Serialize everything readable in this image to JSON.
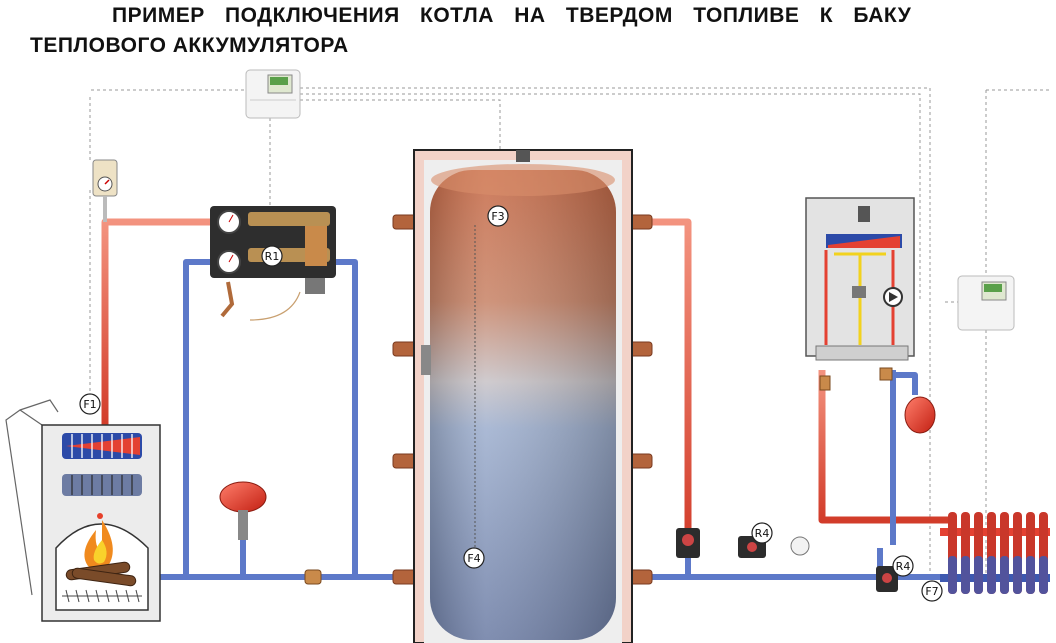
{
  "title": {
    "line1": "ПРИМЕР ПОДКЛЮЧЕНИЯ КОТЛА НА ТВЕРДОМ ТОПЛИВЕ К БАКУ",
    "line2": "ТЕПЛОВОГО АККУМУЛЯТОРА"
  },
  "labels": {
    "F1": "F1",
    "F3": "F3",
    "F4": "F4",
    "F7": "F7",
    "R1": "R1",
    "R4a": "R4",
    "R4b": "R4"
  },
  "colors": {
    "hot_pipe": "#e8553f",
    "cold_pipe": "#5d79c9",
    "tank_top": "#c97350",
    "tank_bottom": "#7d8fb8",
    "expansion_tank": "#e13a2a"
  }
}
